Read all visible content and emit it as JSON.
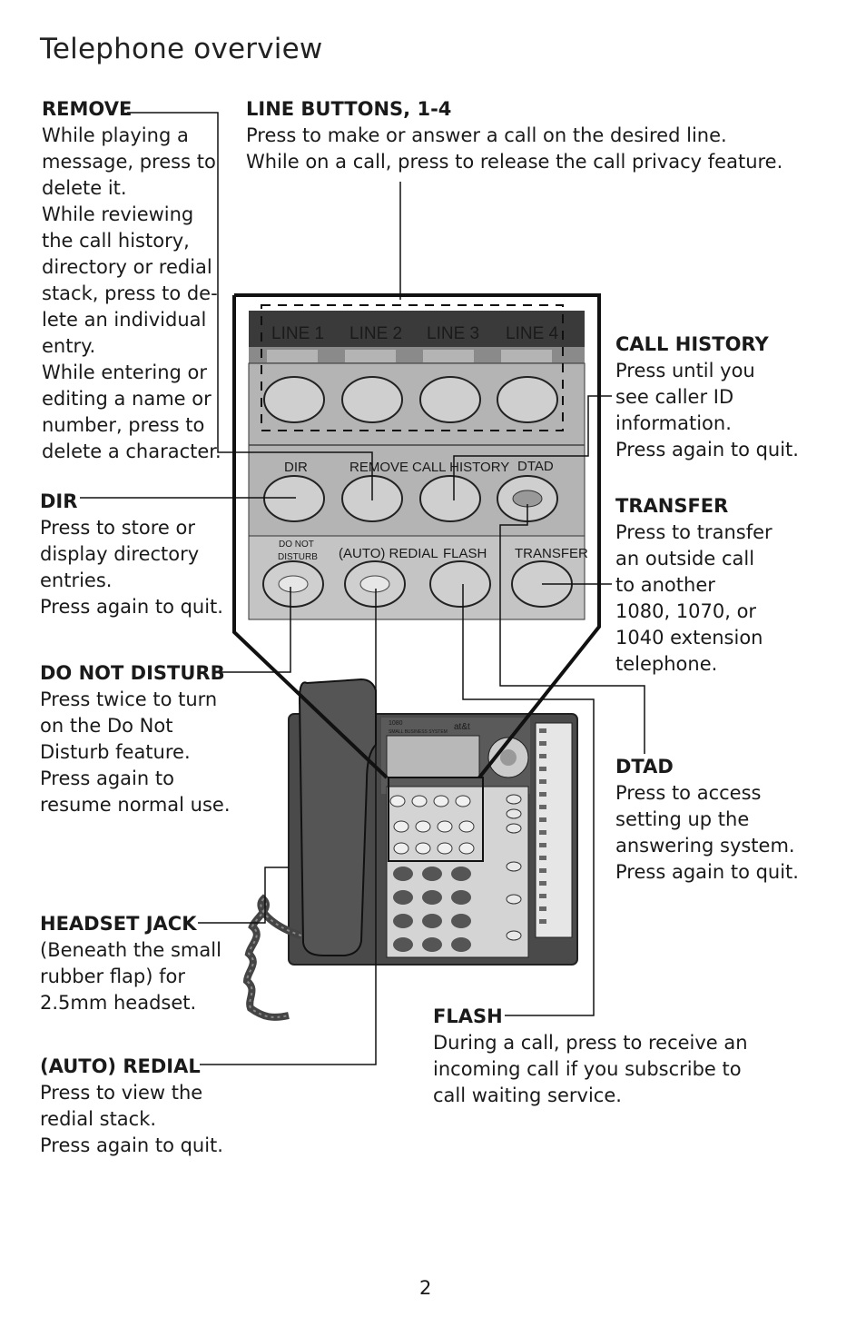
{
  "page": {
    "title": "Telephone overview",
    "page_number": "2"
  },
  "callouts": {
    "remove": {
      "heading": "REMOVE",
      "lines": [
        "While playing a",
        "message, press to",
        "delete it.",
        "While reviewing",
        "the call history,",
        "directory or redial",
        "stack, press to de-",
        "lete an individual",
        "entry.",
        "While entering or",
        "editing a name or",
        "number, press to",
        "delete a character."
      ]
    },
    "line_buttons": {
      "heading": "LINE BUTTONS, 1-4",
      "lines": [
        "Press to make or answer a call on the desired line.",
        "While on a call, press to release the call privacy feature."
      ]
    },
    "call_history": {
      "heading": "CALL HISTORY",
      "lines": [
        "Press until you",
        "see caller ID",
        "information.",
        "Press again to quit."
      ]
    },
    "dir": {
      "heading": "DIR",
      "lines": [
        "Press to store or",
        "display directory",
        "entries.",
        "Press again to quit."
      ]
    },
    "transfer": {
      "heading": "TRANSFER",
      "lines": [
        "Press to transfer",
        "an outside call",
        "to another",
        "1080, 1070, or",
        "1040 extension",
        "telephone."
      ]
    },
    "do_not_disturb": {
      "heading": "DO NOT DISTURB",
      "lines": [
        "Press twice to turn",
        "on the Do Not",
        "Disturb feature.",
        "Press again to",
        "resume normal use."
      ]
    },
    "dtad": {
      "heading": "DTAD",
      "lines": [
        "Press to access",
        "setting up the",
        "answering system.",
        "Press again to quit."
      ]
    },
    "headset_jack": {
      "heading": "HEADSET JACK",
      "lines": [
        "(Beneath the small",
        "rubber flap) for",
        "2.5mm headset."
      ]
    },
    "flash": {
      "heading": "FLASH",
      "lines": [
        "During a call, press to receive an",
        "incoming call if you subscribe to",
        "call waiting service."
      ]
    },
    "auto_redial": {
      "heading": "(AUTO) REDIAL",
      "lines": [
        "Press to view the",
        "redial stack.",
        "Press again to quit."
      ]
    }
  },
  "keypad_panel": {
    "line_labels": [
      "LINE 1",
      "LINE 2",
      "LINE 3",
      "LINE 4"
    ],
    "row2_labels": [
      "DIR",
      "REMOVE",
      "CALL HISTORY",
      "DTAD"
    ],
    "dnd_label_1": "DO NOT",
    "dnd_label_2": "DISTURB",
    "row3_labels": [
      "(AUTO) REDIAL",
      "FLASH",
      "TRANSFER"
    ]
  },
  "phone": {
    "model": "1080",
    "brand": "at&t",
    "subtitle": "SMALL BUSINESS SYSTEM"
  },
  "colors": {
    "panel_dark": "#3a3a3a",
    "panel_gray": "#b4b4b4",
    "button_gray": "#cfcfcf",
    "body_dark": "#4a4a4a"
  }
}
